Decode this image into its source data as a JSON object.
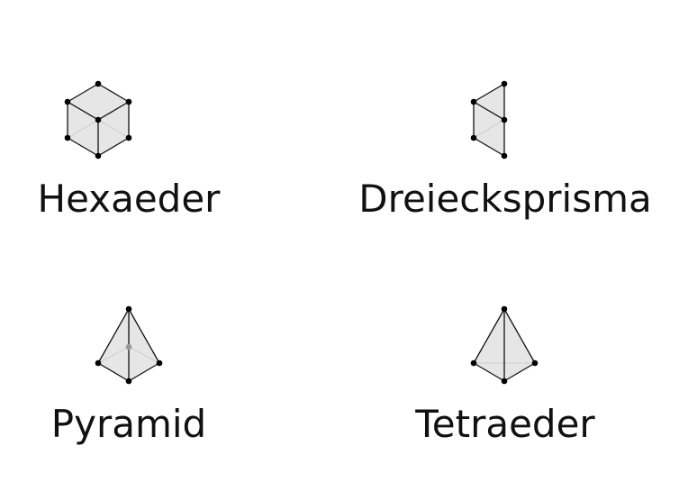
{
  "colors": {
    "face_fill": "#e6e6e6",
    "edge": "#111111",
    "hidden_edge": "#cfcfcf",
    "vertex": "#000000",
    "hidden_vertex": "#9a9a9a"
  },
  "shapes": [
    {
      "id": "hexahedron",
      "label": "Hexaeder"
    },
    {
      "id": "triangular-prism",
      "label": "Dreiecksprisma"
    },
    {
      "id": "pyramid",
      "label": "Pyramid"
    },
    {
      "id": "tetrahedron",
      "label": "Tetraeder"
    }
  ]
}
